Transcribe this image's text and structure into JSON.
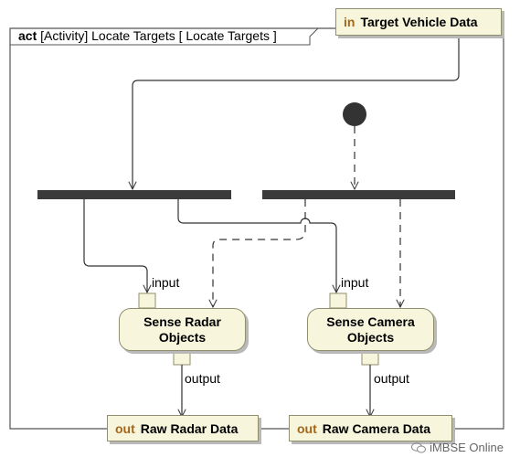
{
  "frame": {
    "keyword": "act",
    "title": "[Activity] Locate Targets [ Locate Targets ]"
  },
  "input_pin": {
    "direction": "in",
    "name": "Target Vehicle Data"
  },
  "actions": [
    {
      "line1": "Sense Radar",
      "line2": "Objects",
      "input_label": "input",
      "output_label": "output"
    },
    {
      "line1": "Sense Camera",
      "line2": "Objects",
      "input_label": "input",
      "output_label": "output"
    }
  ],
  "output_pins": [
    {
      "direction": "out",
      "name": "Raw Radar Data"
    },
    {
      "direction": "out",
      "name": "Raw Camera Data"
    }
  ],
  "watermark": "iMBSE Online",
  "colors": {
    "fill": "#f7f5dc",
    "border": "#8f8f6e",
    "keyword": "#a4661a",
    "fork_bar": "#3b3b3b",
    "frame_line": "#555555"
  }
}
